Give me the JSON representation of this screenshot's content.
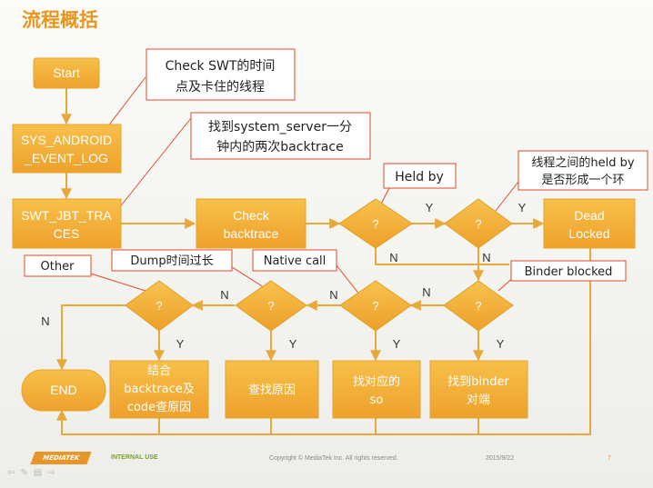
{
  "slide": {
    "title": "流程概括",
    "footer": {
      "logo": "MEDIATEK",
      "internal": "INTERNAL USE",
      "copyright": "Copyright © MediaTek Inc. All rights reserved.",
      "date": "2015/9/22",
      "page": "7"
    }
  },
  "boxes": {
    "start": "Start",
    "sys_event_log": [
      "SYS_ANDROID",
      "_EVENT_LOG"
    ],
    "swt_jbt_traces": [
      "SWT_JBT_TRA",
      "CES"
    ],
    "check_backtrace": [
      "Check",
      "backtrace"
    ],
    "dead_locked": [
      "Dead",
      "Locked"
    ],
    "end": "END",
    "combine_backtrace": [
      "结合",
      "backtrace及",
      "code查原因"
    ],
    "find_cause": "查找原因",
    "find_so": [
      "找对应的",
      "so"
    ],
    "find_binder": [
      "找到binder",
      "对端"
    ]
  },
  "decisions": {
    "mark": "?"
  },
  "edge_labels": {
    "yes": "Y",
    "no": "N"
  },
  "callouts": {
    "check_swt": [
      "Check SWT的时间",
      "点及卡住的线程"
    ],
    "find_system_server": [
      "找到system_server一分",
      "钟内的两次backtrace"
    ],
    "held_by": "Held by",
    "held_loop": [
      "线程之间的held by",
      "是否形成一个环"
    ],
    "binder_blocked": "Binder blocked",
    "native_call": "Native call",
    "dump_long": "Dump时间过长",
    "other": "Other"
  },
  "colors": {
    "title": "#e8961e",
    "box": "#f2ad36",
    "flow_line": "#e8a83a",
    "callout_border": "#e04a2a"
  }
}
